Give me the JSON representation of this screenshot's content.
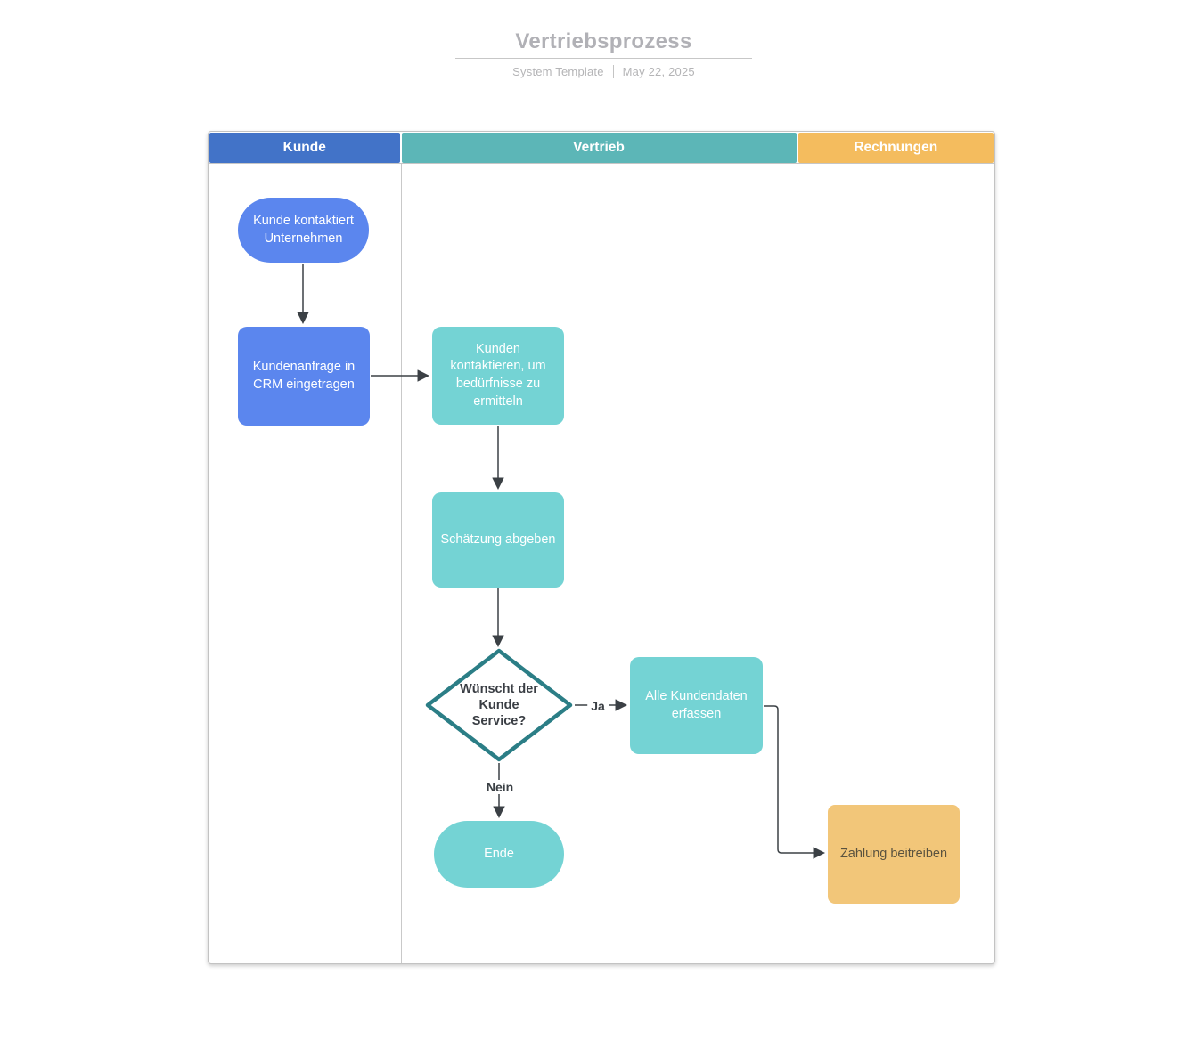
{
  "title": {
    "text": "Vertriebsprozess",
    "subtitle_left": "System Template",
    "subtitle_right": "May 22, 2025"
  },
  "lanes": [
    {
      "label": "Kunde",
      "color": "#4273c8"
    },
    {
      "label": "Vertrieb",
      "color": "#5cb6b7"
    },
    {
      "label": "Rechnungen",
      "color": "#f4bc5e"
    }
  ],
  "nodes": {
    "start": {
      "label": "Kunde kontaktiert Unternehmen",
      "shape": "terminator",
      "color": "#5b86ee"
    },
    "crm": {
      "label": "Kundenanfrage in CRM eingetragen",
      "shape": "process",
      "color": "#5b86ee"
    },
    "contact": {
      "label": "Kunden kontaktieren, um bedürfnisse zu ermitteln",
      "shape": "process",
      "color": "#74d3d4"
    },
    "estimate": {
      "label": "Schätzung abgeben",
      "shape": "process",
      "color": "#74d3d4"
    },
    "decision": {
      "label": "Wünscht der Kunde Service?",
      "shape": "decision",
      "border_color": "#2b7e86"
    },
    "collect": {
      "label": "Alle Kundendaten erfassen",
      "shape": "process",
      "color": "#74d3d4"
    },
    "end": {
      "label": "Ende",
      "shape": "terminator",
      "color": "#74d3d4"
    },
    "payment": {
      "label": "Zahlung beitreiben",
      "shape": "process",
      "color": "#f2c679"
    }
  },
  "edges": {
    "yes_label": "Ja",
    "no_label": "Nein",
    "line_color": "#3b4045"
  }
}
